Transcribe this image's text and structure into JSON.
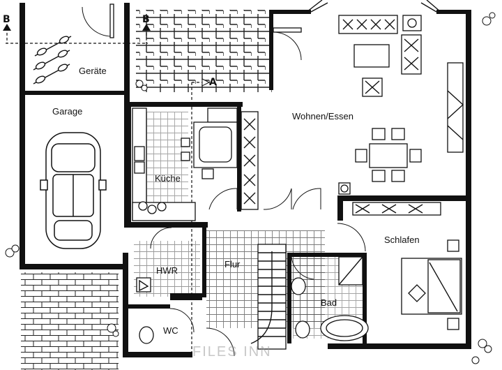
{
  "rooms": {
    "geraete": "Geräte",
    "garage": "Garage",
    "wohnen": "Wohnen/Essen",
    "kueche": "Küche",
    "schlafen": "Schlafen",
    "hwr": "HWR",
    "flur": "Flur",
    "bad": "Bad",
    "wc": "WC"
  },
  "sections": {
    "b_left": "B",
    "b_right": "B",
    "a": "A"
  },
  "watermark": "FILES INN",
  "icons": {
    "car": "car-icon",
    "bicycle": "bicycle-icon",
    "plant": "plant-icon",
    "stairs": "stairs-icon"
  }
}
